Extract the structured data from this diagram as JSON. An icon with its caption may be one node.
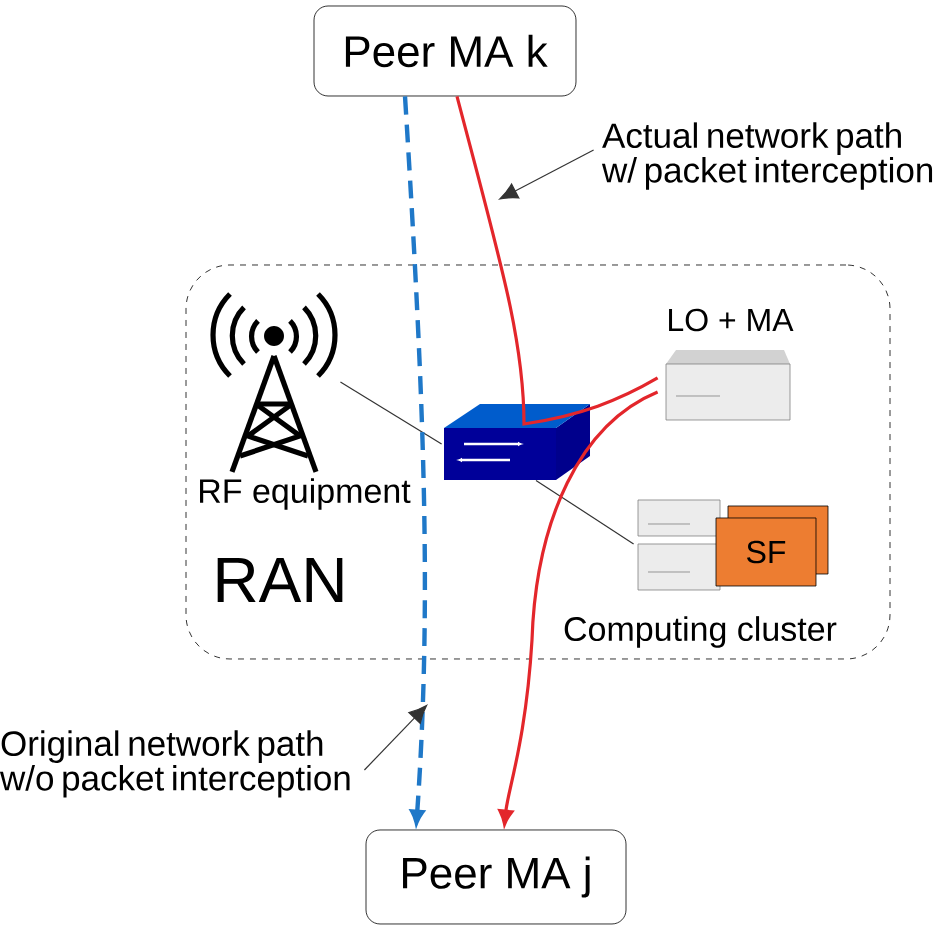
{
  "diagram": {
    "nodes": [
      {
        "text": [
          "Peer MA k"
        ]
      },
      {
        "text": [
          "RAN"
        ]
      },
      {
        "text": [],
        "shape": "picture",
        "in": 1,
        "beside": [
          "RF equipment"
        ]
      },
      {
        "text": [],
        "shape": "picture",
        "in": 1
      },
      {
        "text": [],
        "shape": "picture",
        "in": 1,
        "beside": [
          "LO + MA"
        ]
      },
      {
        "text": [],
        "shape": "picture",
        "in": 1,
        "beside": [
          "Computing cluster"
        ]
      },
      {
        "text": [
          "SF"
        ],
        "in": 1
      },
      {
        "text": [
          "Peer MA j"
        ]
      },
      {
        "text": [
          "Actual network path w/ packet interception"
        ]
      },
      {
        "text": [
          "Original network path w/o packet interception"
        ]
      }
    ],
    "edges": [
      {
        "from": 2,
        "to": 3,
        "arrow": "none"
      },
      {
        "from": 3,
        "to": 5,
        "arrow": "none"
      },
      {
        "from": 0,
        "to": 7,
        "arrow": "to",
        "style": "dashed",
        "color": "#1f78c8"
      },
      {
        "from": 0,
        "to": 4,
        "arrow": "none",
        "color": "#e3262b"
      },
      {
        "from": 4,
        "to": 7,
        "arrow": "to",
        "color": "#e3262b"
      },
      {
        "from": 8,
        "to": null,
        "arrow": "to"
      },
      {
        "from": 9,
        "to": null,
        "arrow": "to"
      }
    ]
  }
}
